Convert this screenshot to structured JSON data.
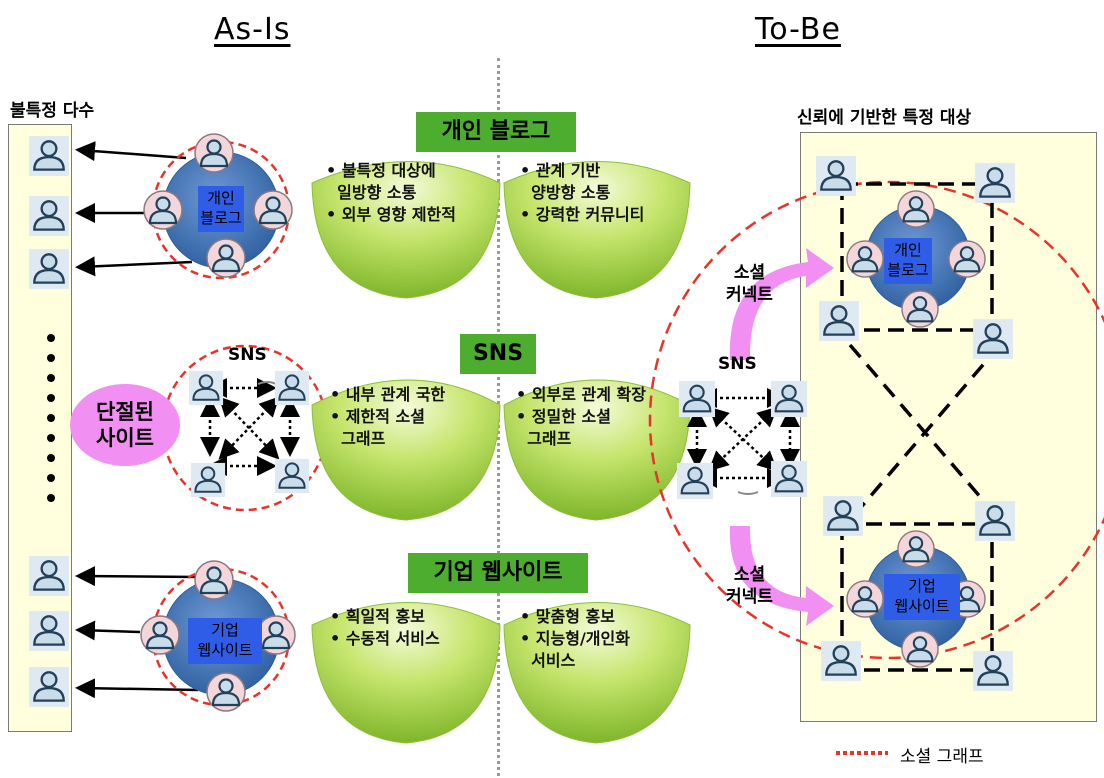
{
  "headers": {
    "as_is": "As-Is",
    "to_be": "To-Be"
  },
  "left_label": "불특정 다수",
  "right_label": "신뢰에 기반한 특정 대상",
  "hubs": {
    "blog": "개인\n블로그",
    "corp": "기업\n웹사이트",
    "sns": "SNS"
  },
  "disconnected_site": "단절된\n사이트",
  "social_connect": "소셜\n커넥트",
  "banners": {
    "blog": "개인 블로그",
    "sns": "SNS",
    "corp": "기업 웹사이트"
  },
  "bowls": {
    "blog_left": [
      "• 불특정 대상에",
      "  일방향 소통",
      "• 외부 영향 제한적"
    ],
    "blog_right": [
      "• 관계 기반",
      "  양방향 소통",
      "• 강력한 커뮤니티"
    ],
    "sns_left": [
      "• 내부 관계 국한",
      "• 제한적 소셜",
      "  그래프"
    ],
    "sns_right": [
      "• 외부로 관계 확장",
      "• 정밀한 소셜",
      "  그래프"
    ],
    "corp_left": [
      "• 획일적 홍보",
      "• 수동적 서비스"
    ],
    "corp_right": [
      "• 맞춤형 홍보",
      "• 지능형/개인화",
      "  서비스"
    ]
  },
  "legend": {
    "label": "소셜 그래프",
    "color": "#e8332a"
  },
  "colors": {
    "bowl": "#a9d63a",
    "banner": "#4cad2e",
    "hub": "#3e74b8",
    "hub_label": "#2f5de8",
    "pink": "#f28ff2",
    "dash": "#e8332a"
  }
}
